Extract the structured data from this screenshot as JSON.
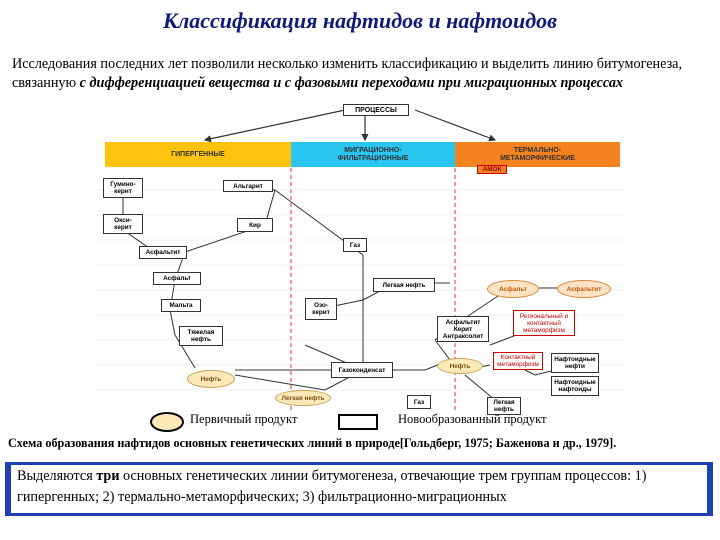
{
  "title": "Классификация нафтидов и нафтоидов",
  "intro": {
    "plain": "Исследования последних лет позволили несколько изменить классификацию и выделить линию битумогенеза, связанную ",
    "emph": "с дифференциацией вещества и с фазовыми переходами при миграционных процессах"
  },
  "diagram": {
    "processes_label": "ПРОЦЕССЫ",
    "bands": [
      {
        "label": "ГИПЕРГЕННЫЕ",
        "color": "#ffc20e"
      },
      {
        "label": "МИГРАЦИОННО-\nФИЛЬТРАЦИОННЫЕ",
        "color": "#29c4ef"
      },
      {
        "label": "ТЕРМАЛЬНО-\nМЕТАМОРФИЧЕСКИЕ",
        "color": "#f58220"
      }
    ],
    "amok": "АМОК",
    "nodes": {
      "guminokerit": "Гумино-\nкерит",
      "oksikerit": "Окси-\nкерит",
      "algarit": "Альгарит",
      "kir": "Кир",
      "asfaltit1": "Асфальтит",
      "asfalt1": "Асфальт",
      "maltha": "Мальта",
      "heavy_oil": "Тяжелая\nнефть",
      "oil1": "Нефть",
      "gas1": "Газ",
      "light_oil1": "Легкая нефть",
      "ozokerit": "Озо-\nкерит",
      "gazokondensat": "Газоконденсат",
      "light_oil2": "Легкая нефть",
      "gas2": "Газ",
      "asfalt2": "Асфальт",
      "asfaltit2": "Асфальтит",
      "regional": "Региональный и\nконтактный\nметаморфизм",
      "asf_kerit_antr": "Асфальтит\nКерит\nАнтраксолит",
      "contact": "Контактный\nметаморфизм",
      "oil2": "Нефть",
      "naftoid_oils": "Нафтоидные\nнефти",
      "naftoidy": "Нафтоидные\nнафтоиды",
      "light_oil3": "Легкая\nнефть"
    },
    "legend_primary": "Первичный продукт",
    "legend_new": "Новообразованный продукт"
  },
  "caption": "Схема образования нафтидов основных генетических линий в природе[Гольдберг, 1975; Баженова и др., 1979].",
  "conclusion": {
    "prefix": "Выделяются ",
    "bold": "три",
    "text": " основных генетических линии битумогенеза, отвечающие трем группам процессов: 1) гипергенных; 2) термально-метаморфических; 3) фильтрационно-миграционных"
  },
  "colors": {
    "title": "#0d1a78",
    "frame": "#1f3fb5",
    "dashed_lines": "#e03030"
  }
}
